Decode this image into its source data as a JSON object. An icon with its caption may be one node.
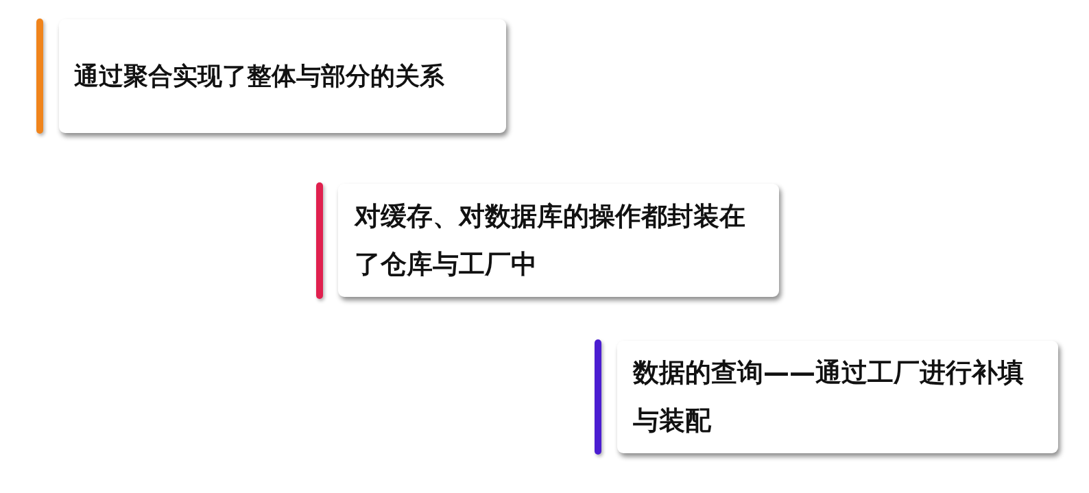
{
  "diagram": {
    "nodes": [
      {
        "text": [
          "通过聚合实现了整体与部分的关系"
        ]
      },
      {
        "text": [
          "对缓存、对数据库的操作都封装在了仓库与工厂中"
        ]
      },
      {
        "text": [
          "数据的查询——通过工厂进行补填与装配"
        ]
      }
    ]
  }
}
